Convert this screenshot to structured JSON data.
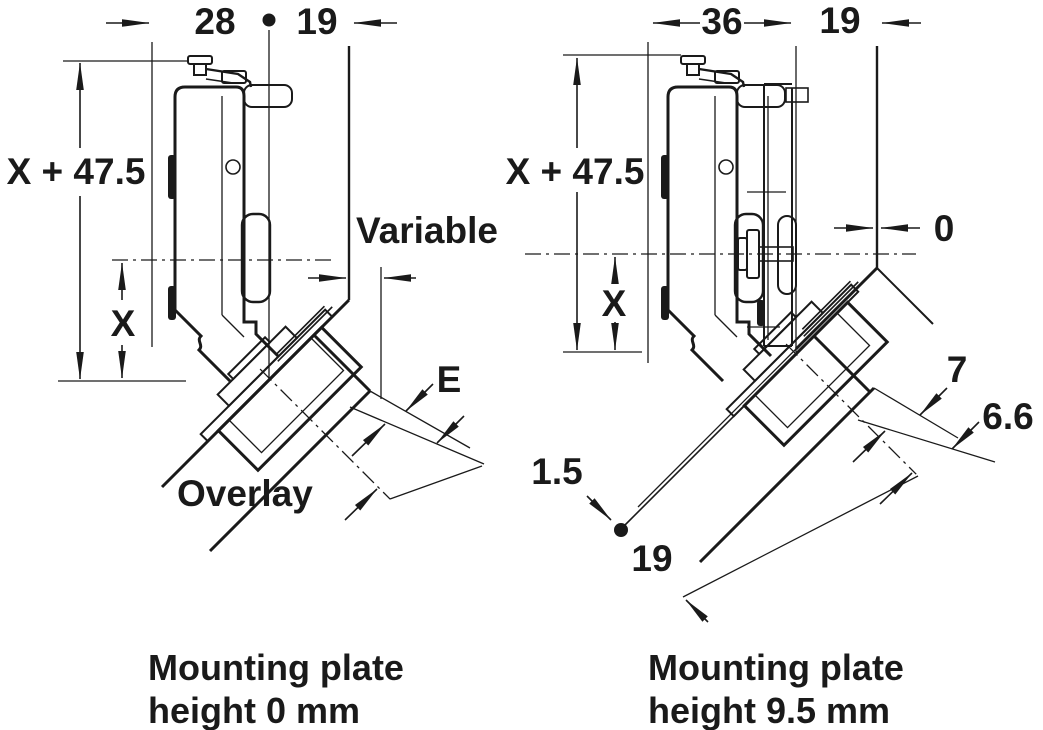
{
  "title": "Corner hinge mounting diagram",
  "colors": {
    "ink": "#1a1a1a",
    "background": "#ffffff"
  },
  "left": {
    "dim_cup_distance": "28",
    "dim_panel_thickness": "19",
    "dim_height_total": "X + 47.5",
    "dim_height_x": "X",
    "label_variable": "Variable",
    "label_e": "E",
    "label_overlay": "Overlay",
    "caption_line1": "Mounting plate",
    "caption_line2": "height 0 mm"
  },
  "right": {
    "dim_cup_distance": "36",
    "dim_panel_thickness": "19",
    "dim_height_total": "X + 47.5",
    "dim_height_x": "X",
    "dim_zero": "0",
    "dim_seven": "7",
    "dim_six_six": "6.6",
    "dim_one_five": "1.5",
    "dim_nineteen_bottom": "19",
    "caption_line1": "Mounting plate",
    "caption_line2": "height 9.5 mm"
  }
}
